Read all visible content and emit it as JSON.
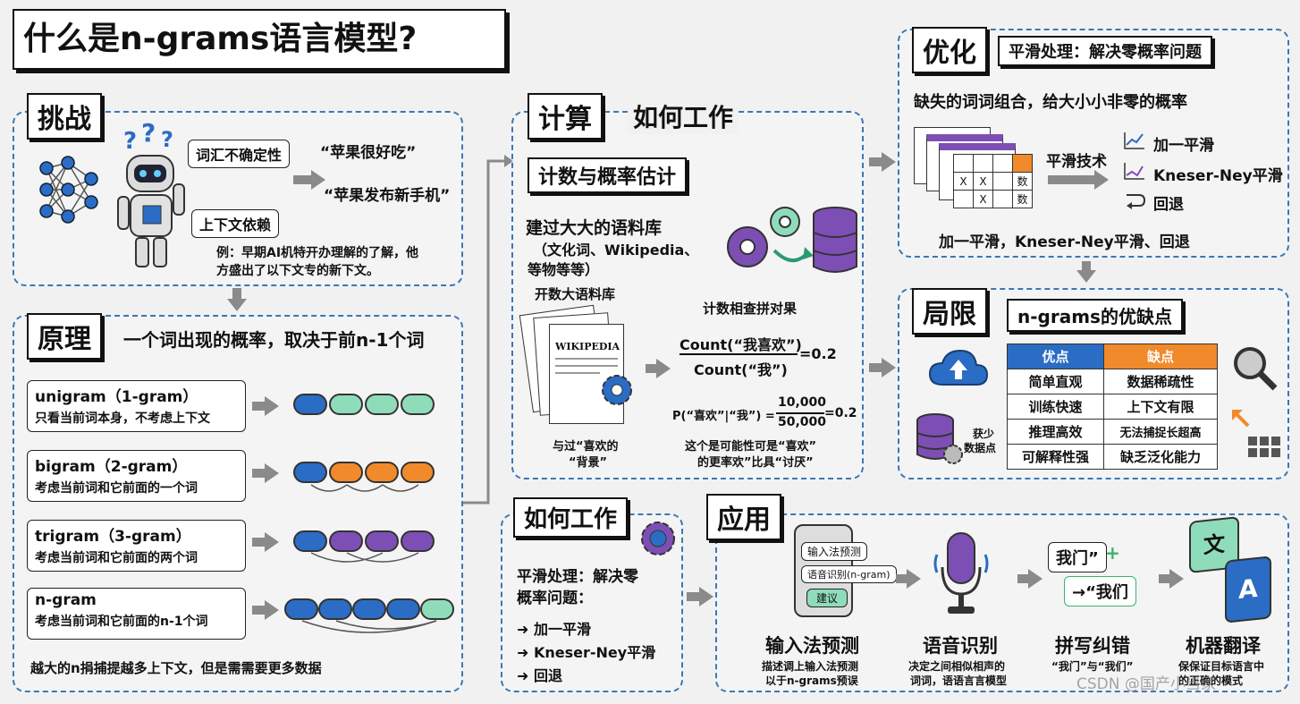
{
  "title": "什么是n-grams语言模型?",
  "challenge": {
    "tag": "挑战",
    "vocab_label": "词汇不确定性",
    "context_label": "上下文依赖",
    "quote1": "“苹果很好吃”",
    "quote2": "“苹果发布新手机”",
    "example_line1": "例：早期AI机特开办理解的了解，他",
    "example_line2": "方盛出了以下文专的新下文。"
  },
  "principle": {
    "tag": "原理",
    "subtitle": "一个词出现的概率，取决于前n-1个词",
    "items": [
      {
        "name": "unigram（1-gram）",
        "desc": "只看当前词本身，不考虑上下文"
      },
      {
        "name": "bigram（2-gram）",
        "desc": "考虑当前词和它前面的一个词"
      },
      {
        "name": "trigram（3-gram）",
        "desc": "考虑当前词和它前面的两个词"
      },
      {
        "name": "n-gram",
        "desc": "考虑当前词和它前面的n-1个词"
      }
    ],
    "footer": "越大的n捐捕提越多上下文，但是需需要更多数据"
  },
  "compute": {
    "tag": "计算",
    "heading": "如何工作",
    "subtag": "计数与概率估计",
    "corpus_title": "建过大大的语料库",
    "corpus_sub1": "（文化词、Wikipedia、",
    "corpus_sub2": "等物等等）",
    "count_label": "开数大语料库",
    "result_label": "计数相查拼对果",
    "wiki_text": "WIKIPEDIA",
    "count_num": "Count(“我喜欢”)",
    "count_den": "Count(“我”)",
    "count_eq": "=0.2",
    "prob_lhs": "P(“喜欢”|“我”) =",
    "prob_num": "10,000",
    "prob_den": "50,000",
    "prob_eq": "=0.2",
    "caption_left1": "与过“喜欢的",
    "caption_left2": "“背景”",
    "caption_right1": "这个是可能性可是“喜欢”",
    "caption_right2": "的更率欢”比具“讨厌”"
  },
  "how": {
    "tag": "如何工作",
    "desc1": "平滑处理：解决零",
    "desc2": "概率问题：",
    "items": [
      "加一平滑",
      "Kneser-Ney平滑",
      "回退"
    ]
  },
  "optimize": {
    "tag": "优化",
    "subtag": "平滑处理：解决零概率问题",
    "desc": "缺失的词词组合，给大小小非零的概率",
    "tech_label": "平滑技术",
    "methods": [
      "加一平滑",
      "Kneser-Ney平滑",
      "回退"
    ],
    "footer": "加一平滑，Kneser-Ney平滑、回退",
    "grid_x": "X",
    "grid_num": "数"
  },
  "limit": {
    "tag": "局限",
    "subtag": "n-grams的优缺点",
    "pros_header": "优点",
    "cons_header": "缺点",
    "pros": [
      "简单直观",
      "训练快速",
      "推理高效",
      "可解释性强"
    ],
    "cons": [
      "数据稀疏性",
      "上下文有限",
      "无法捕捉长超高",
      "缺乏泛化能力"
    ],
    "db_label1": "获少",
    "db_label2": "数据点"
  },
  "apps": {
    "tag": "应用",
    "phone_lines": [
      "输入法预测",
      "语音识别(n-gram)",
      "建议"
    ],
    "spell_in": "我门”",
    "spell_out": "→“我们",
    "items": [
      {
        "title": "输入法预测",
        "desc1": "描述调上输入法预测",
        "desc2": "以于n-grams预误"
      },
      {
        "title": "语音识别",
        "desc1": "决定之间相似相声的",
        "desc2": "词词，语语言言模型"
      },
      {
        "title": "拼写纠错",
        "desc1": "“我门”与“我们”",
        "desc2": ""
      },
      {
        "title": "机器翻译",
        "desc1": "保保证目标语言中",
        "desc2": "的正确的模式"
      }
    ],
    "translate_zh": "文",
    "translate_en": "A"
  },
  "watermark": "CSDN @国产小当家",
  "colors": {
    "accent_blue": "#2b6cc4",
    "accent_orange": "#f08a2b",
    "accent_purple": "#7d4fb5",
    "accent_green": "#8fdcbb"
  }
}
